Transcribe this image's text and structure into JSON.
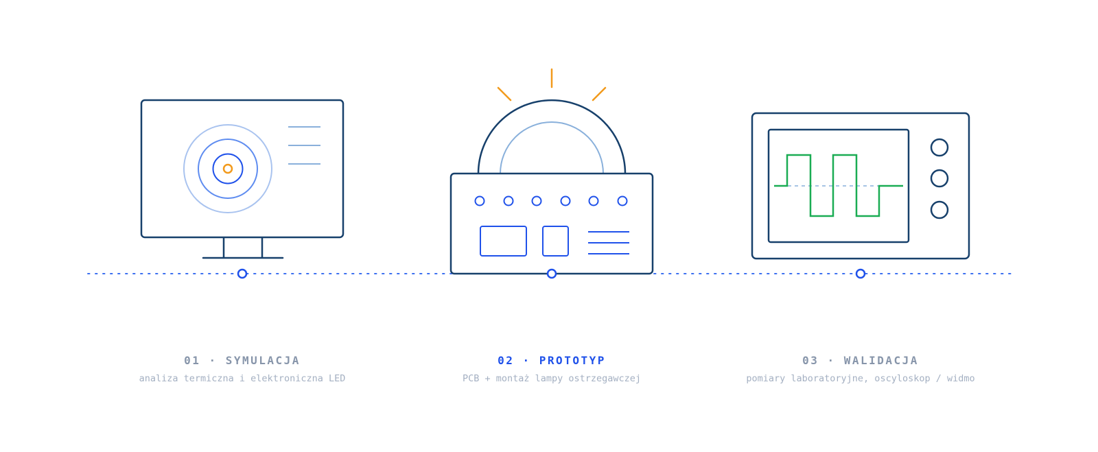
{
  "colors": {
    "dark": "#17406b",
    "accent": "#1f51ea",
    "light_blue": "#89b0db",
    "pale_blue": "#a9c3ef",
    "orange": "#f29a1c",
    "green": "#1aac53",
    "label_muted": "#8795aa",
    "desc_muted": "#a4b0c2"
  },
  "steps": [
    {
      "number": "01",
      "separator": "·",
      "title": "01 · SYMULACJA",
      "description": "analiza termiczna i elektroniczna LED",
      "icon": "monitor-with-target-icon",
      "active": false
    },
    {
      "number": "02",
      "separator": "·",
      "title": "02 · PROTOTYP",
      "description": "PCB + montaż lampy ostrzegawczej",
      "icon": "warning-lamp-pcb-icon",
      "active": true
    },
    {
      "number": "03",
      "separator": "·",
      "title": "03 · WALIDACJA",
      "description": "pomiary laboratoryjne, oscyloskop / widmo",
      "icon": "oscilloscope-icon",
      "active": false
    }
  ]
}
